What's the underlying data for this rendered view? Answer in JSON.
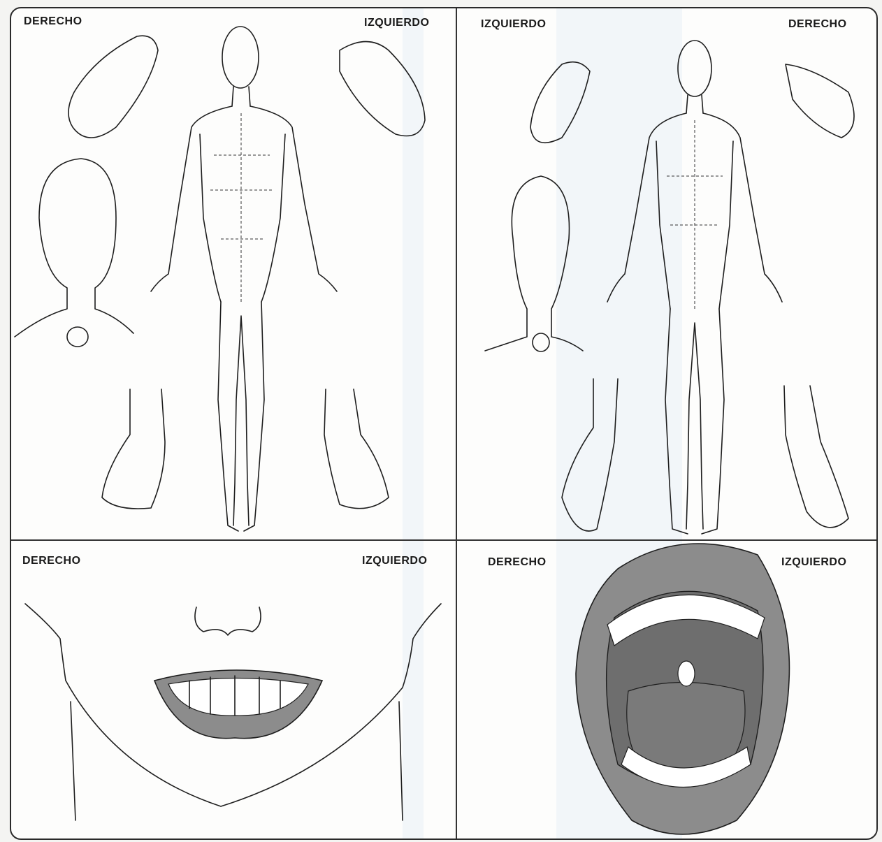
{
  "panels": {
    "front": {
      "label_left": "DERECHO",
      "label_right": "IZQUIERDO"
    },
    "back": {
      "label_left": "IZQUIERDO",
      "label_right": "DERECHO"
    },
    "face": {
      "label_left": "DERECHO",
      "label_right": "IZQUIERDO"
    },
    "mouth": {
      "label_left": "DERECHO",
      "label_right": "IZQUIERDO"
    }
  },
  "colors": {
    "ink": "#1e1e1e",
    "lip_gray": "#8c8c8c",
    "mouth_dark": "#6e6e6e",
    "tongue": "#7a7a7a",
    "teeth": "#ffffff"
  }
}
